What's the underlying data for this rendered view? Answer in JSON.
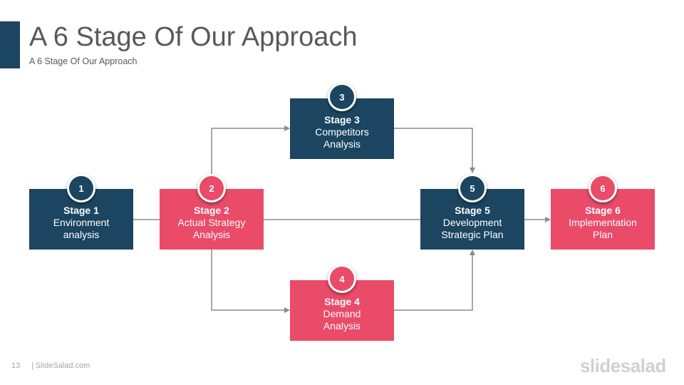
{
  "header": {
    "title": "A 6 Stage Of Our Approach",
    "subtitle": "A 6 Stage Of Our Approach"
  },
  "colors": {
    "navy": "#1b4560",
    "red": "#e94b68",
    "connector": "#8c8c8c"
  },
  "stages": [
    {
      "number": "1",
      "name": "Stage 1",
      "line1": "Environment",
      "line2": "analysis",
      "color": "navy"
    },
    {
      "number": "2",
      "name": "Stage 2",
      "line1": "Actual Strategy",
      "line2": "Analysis",
      "color": "red"
    },
    {
      "number": "3",
      "name": "Stage 3",
      "line1": "Competitors",
      "line2": "Analysis",
      "color": "navy"
    },
    {
      "number": "4",
      "name": "Stage 4",
      "line1": "Demand",
      "line2": "Analysis",
      "color": "red"
    },
    {
      "number": "5",
      "name": "Stage 5",
      "line1": "Development",
      "line2": "Strategic Plan",
      "color": "navy"
    },
    {
      "number": "6",
      "name": "Stage 6",
      "line1": "Implementation",
      "line2": "Plan",
      "color": "red"
    }
  ],
  "footer": {
    "page_number": "13",
    "site": "| SlideSalad.com",
    "logo": "slidesalad"
  }
}
